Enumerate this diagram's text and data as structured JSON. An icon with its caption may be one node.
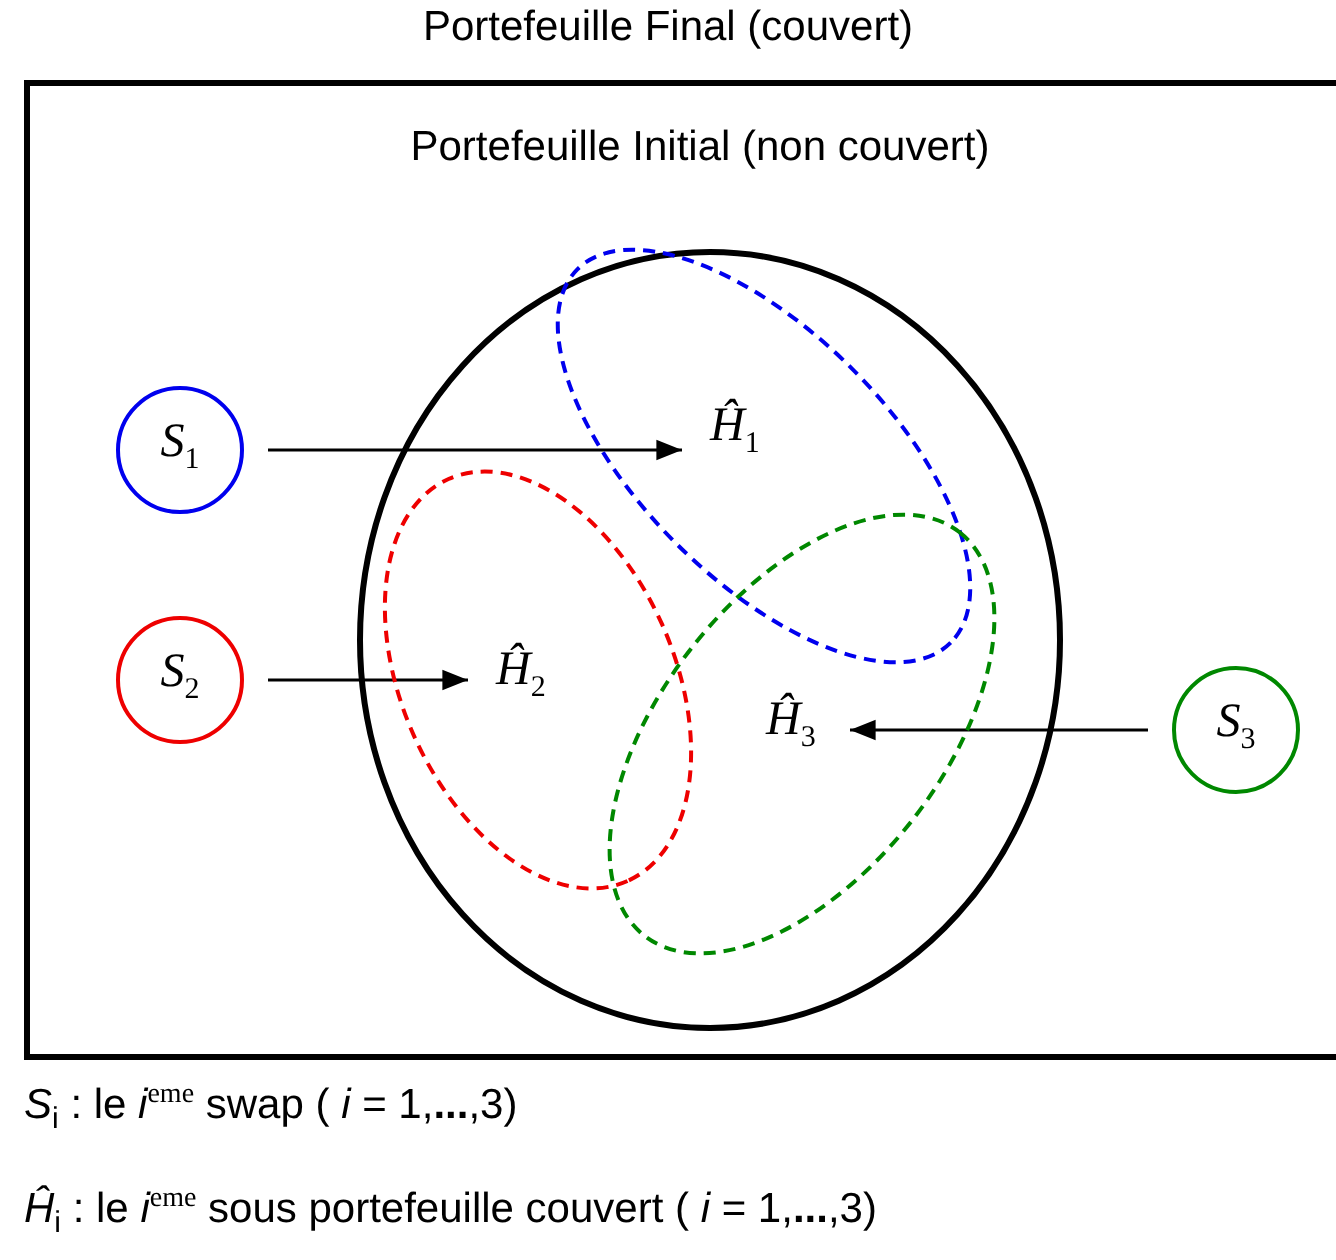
{
  "diagram": {
    "nodes": [
      {
        "text": [
          "Portefeuille Final (couvert)"
        ]
      },
      {
        "text": [
          "Portefeuille Initial (non couvert)"
        ],
        "in": 0
      },
      {
        "text": [
          "*S*$_{1}$"
        ],
        "in": 0
      },
      {
        "text": [
          "*Ĥ*$_{1}$"
        ],
        "in": 1
      },
      {
        "text": [
          "*S*$_{2}$"
        ],
        "in": 0
      },
      {
        "text": [
          "*Ĥ*$_{2}$"
        ],
        "in": 1
      },
      {
        "text": [
          "*Ĥ*$_{3}$"
        ],
        "in": 1
      },
      {
        "text": [
          "*S*$_{3}$"
        ],
        "in": 0
      }
    ],
    "edges": [
      {
        "from": 2,
        "to": 3,
        "arrow": "to"
      },
      {
        "from": 4,
        "to": 5,
        "arrow": "to"
      },
      {
        "from": 7,
        "to": 6,
        "arrow": "to"
      }
    ],
    "labels": [
      "*S*$_{i}$ : le *i*$^{eme}$ swap ( *i* = 1,**...**,3)",
      "*Ĥ*$_{i}$ : le *i*$^{eme}$ sous portefeuille couvert ( *i* = 1,**...**,3)"
    ]
  }
}
